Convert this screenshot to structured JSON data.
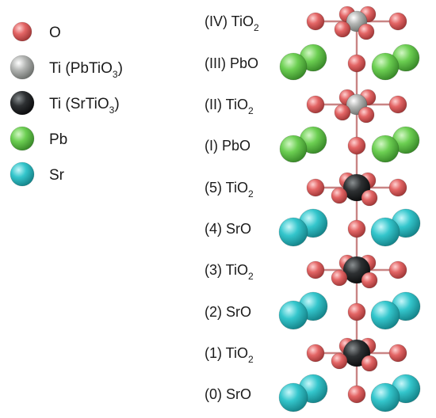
{
  "legend": [
    {
      "key": "o",
      "label": "O",
      "sub": "",
      "after": "",
      "color": "#e36565"
    },
    {
      "key": "ti_pb",
      "label": "Ti (PbTiO",
      "sub": "3",
      "after": ")",
      "color": "#b3b5b3"
    },
    {
      "key": "ti_sr",
      "label": "Ti (SrTiO",
      "sub": "3",
      "after": ")",
      "color": "#2e3133"
    },
    {
      "key": "pb",
      "label": "Pb",
      "sub": "",
      "after": "",
      "color": "#6ccf52"
    },
    {
      "key": "sr",
      "label": "Sr",
      "sub": "",
      "after": "",
      "color": "#34c6cc"
    }
  ],
  "layers": [
    {
      "label": "(IV) TiO",
      "sub": "2",
      "kind": "TiO2",
      "metal": "ti_pb"
    },
    {
      "label": "(III) PbO",
      "sub": "",
      "kind": "AO",
      "metal": "pb"
    },
    {
      "label": "(II) TiO",
      "sub": "2",
      "kind": "TiO2",
      "metal": "ti_pb"
    },
    {
      "label": "(I) PbO",
      "sub": "",
      "kind": "AO",
      "metal": "pb"
    },
    {
      "label": "(5) TiO",
      "sub": "2",
      "kind": "TiO2",
      "metal": "ti_sr"
    },
    {
      "label": "(4) SrO",
      "sub": "",
      "kind": "AO",
      "metal": "sr"
    },
    {
      "label": "(3) TiO",
      "sub": "2",
      "kind": "TiO2",
      "metal": "ti_sr"
    },
    {
      "label": "(2) SrO",
      "sub": "",
      "kind": "AO",
      "metal": "sr"
    },
    {
      "label": "(1) TiO",
      "sub": "2",
      "kind": "TiO2",
      "metal": "ti_sr"
    },
    {
      "label": "(0) SrO",
      "sub": "",
      "kind": "AO",
      "metal": "sr"
    }
  ],
  "colors": {
    "bond": "#c98484",
    "o": "#e36565",
    "ti_pb": "#b3b5b3",
    "ti_sr": "#2e3133",
    "pb": "#6ccf52",
    "sr": "#34c6cc"
  }
}
